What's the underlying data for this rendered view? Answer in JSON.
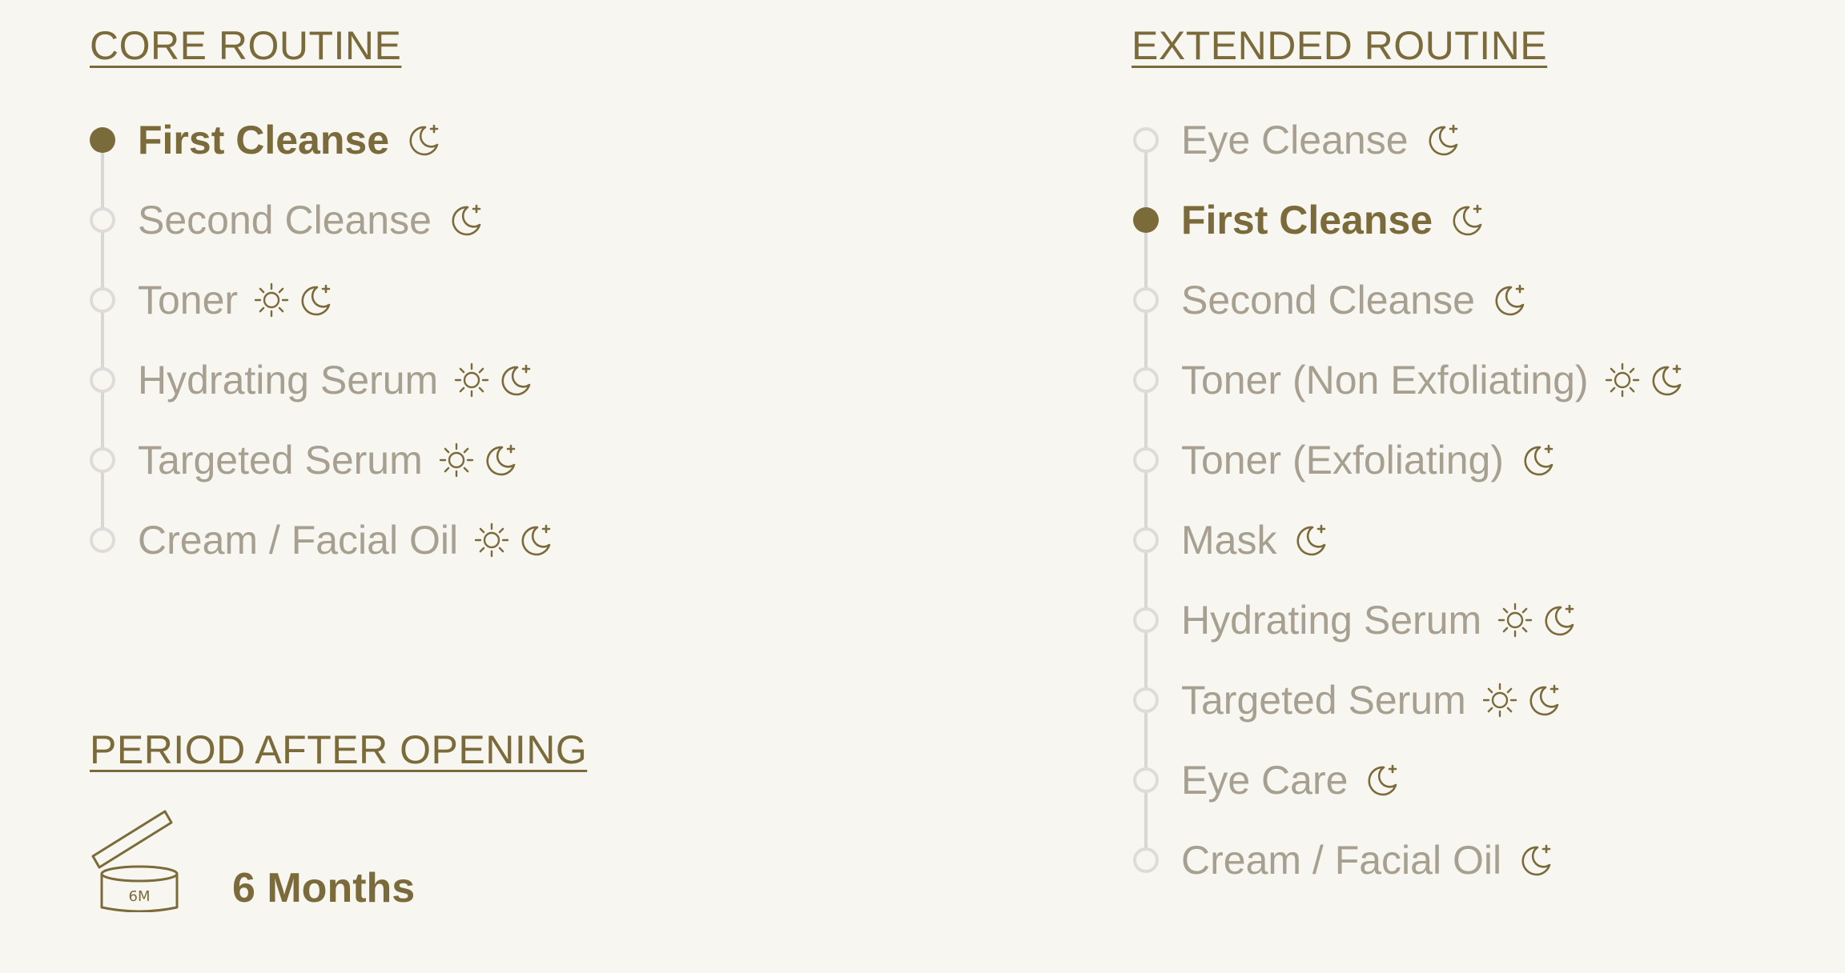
{
  "core": {
    "title": "CORE ROUTINE",
    "steps": [
      {
        "label": "First Cleanse",
        "active": true,
        "icons": [
          "moon-icon"
        ]
      },
      {
        "label": "Second Cleanse",
        "active": false,
        "icons": [
          "moon-icon"
        ]
      },
      {
        "label": "Toner",
        "active": false,
        "icons": [
          "sun-icon",
          "moon-icon"
        ]
      },
      {
        "label": "Hydrating Serum",
        "active": false,
        "icons": [
          "sun-icon",
          "moon-icon"
        ]
      },
      {
        "label": "Targeted Serum",
        "active": false,
        "icons": [
          "sun-icon",
          "moon-icon"
        ]
      },
      {
        "label": "Cream / Facial Oil",
        "active": false,
        "icons": [
          "sun-icon",
          "moon-icon"
        ]
      }
    ]
  },
  "extended": {
    "title": "EXTENDED ROUTINE",
    "steps": [
      {
        "label": "Eye Cleanse",
        "active": false,
        "icons": [
          "moon-icon"
        ]
      },
      {
        "label": "First Cleanse",
        "active": true,
        "icons": [
          "moon-icon"
        ]
      },
      {
        "label": "Second Cleanse",
        "active": false,
        "icons": [
          "moon-icon"
        ]
      },
      {
        "label": "Toner (Non Exfoliating)",
        "active": false,
        "icons": [
          "sun-icon",
          "moon-icon"
        ]
      },
      {
        "label": "Toner (Exfoliating)",
        "active": false,
        "icons": [
          "moon-icon"
        ]
      },
      {
        "label": "Mask",
        "active": false,
        "icons": [
          "moon-icon"
        ]
      },
      {
        "label": "Hydrating Serum",
        "active": false,
        "icons": [
          "sun-icon",
          "moon-icon"
        ]
      },
      {
        "label": "Targeted Serum",
        "active": false,
        "icons": [
          "sun-icon",
          "moon-icon"
        ]
      },
      {
        "label": "Eye Care",
        "active": false,
        "icons": [
          "moon-icon"
        ]
      },
      {
        "label": "Cream / Facial Oil",
        "active": false,
        "icons": [
          "moon-icon"
        ]
      }
    ]
  },
  "pao": {
    "title": "PERIOD AFTER OPENING",
    "icon_label": "6M",
    "value": "6 Months"
  },
  "colors": {
    "accent": "#7b6b3b",
    "text_muted": "#a7a091",
    "line": "#d8d7d8",
    "background": "#f8f6f1"
  }
}
